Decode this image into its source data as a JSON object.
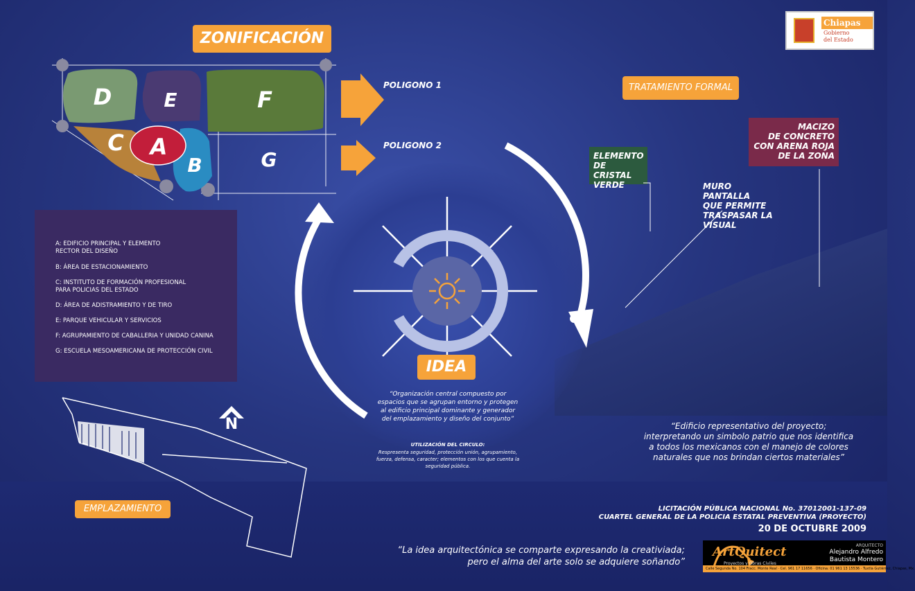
{
  "title": "ZONIFICACIÓN",
  "zones": [
    {
      "letter": "D",
      "color": "#7a9a72"
    },
    {
      "letter": "E",
      "color": "#4a3a72"
    },
    {
      "letter": "F",
      "color": "#5a7a3a"
    },
    {
      "letter": "C",
      "color": "#b8823a"
    },
    {
      "letter": "A",
      "color": "#c21e3a"
    },
    {
      "letter": "B",
      "color": "#2a8cc2"
    },
    {
      "letter": "G",
      "color": "#2a3a8a"
    }
  ],
  "polygons": {
    "p1": "POLIGONO 1",
    "p2": "POLIGONO 2"
  },
  "tratamiento": "TRATAMIENTO FORMAL",
  "elemento_cristal": "ELEMENTO\nDE CRISTAL\nVERDE",
  "macizo": "MACIZO\nDE CONCRETO\nCON ARENA ROJA\nDE LA ZONA",
  "muro": "MURO PANTALLA\nQUE PERMITE\nTRASPASAR LA\nVISUAL",
  "legend": [
    "A: EDIFICIO PRINCIPAL Y ELEMENTO\n      RECTOR DEL DISEÑO",
    "B: ÁREA DE ESTACIONAMIENTO",
    "C: INSTITUTO DE FORMACIÓN PROFESIONAL\n      PARA POLICIAS DEL ESTADO",
    "D: ÁREA DE ADISTRAMIENTO Y DE TIRO",
    "E: PARQUE VEHICULAR Y SERVICIOS",
    "F: AGRUPAMIENTO DE CABALLERIA Y UNIDAD CANINA",
    "G: ESCUELA MESOAMERICANA DE PROTECCIÓN CIVIL"
  ],
  "idea": "IDEA",
  "idea_quote": "“Organización central compuesto por\nespacios que se agrupan entorno y protegen\nal edificio principal dominante y generador\ndel emplazamiento y diseño del conjunto”",
  "circulo_title": "UTILIZACIÓN DEL CIRCULO:",
  "circulo_text": "Respresenta seguridad, protección unión, agrupamiento,\nfuerza, defensa, caracter; elementos con los que cuenta la\nseguridad pública.",
  "building_quote": "“Edificio representativo del proyecto;\ninterpretando un simbolo patrio que nos identifica\na todos los mexicanos con el manejo de colores\nnaturales que nos brindan ciertos materiales”",
  "north": "N",
  "emplazamiento": "EMPLAZAMIENTO",
  "licitacion": "LICITACIÓN PÚBLICA NACIONAL No. 37012001-137-09",
  "cuartel": "CUARTEL GENERAL DE LA POLICIA ESTATAL PREVENTIVA (PROYECTO)",
  "fecha": "20 DE OCTUBRE 2009",
  "bottom_quote": "“La idea arquitectónica se comparte expresando la creativiada;\npero el alma del arte solo se adquiere soñando”",
  "logo": {
    "org": "Chiapas",
    "sub": "Gobierno\ndel Estado"
  },
  "artq": {
    "brand": "ArtQuitect",
    "sub": "Proyectos y Obras Civiles",
    "role": "ARQUITECTO",
    "name": "Alejandro Alfredo\nBautista Montero",
    "address": "Calle Segunda No. 104 Fracc. Monte Real · Cel. 961 17 11656 · Oficina: 01 961 13 15536 · Tuxtla Gutiérrez, Chiapas, Mx."
  },
  "colors": {
    "accent": "#f6a33a",
    "background": "#26357f"
  }
}
